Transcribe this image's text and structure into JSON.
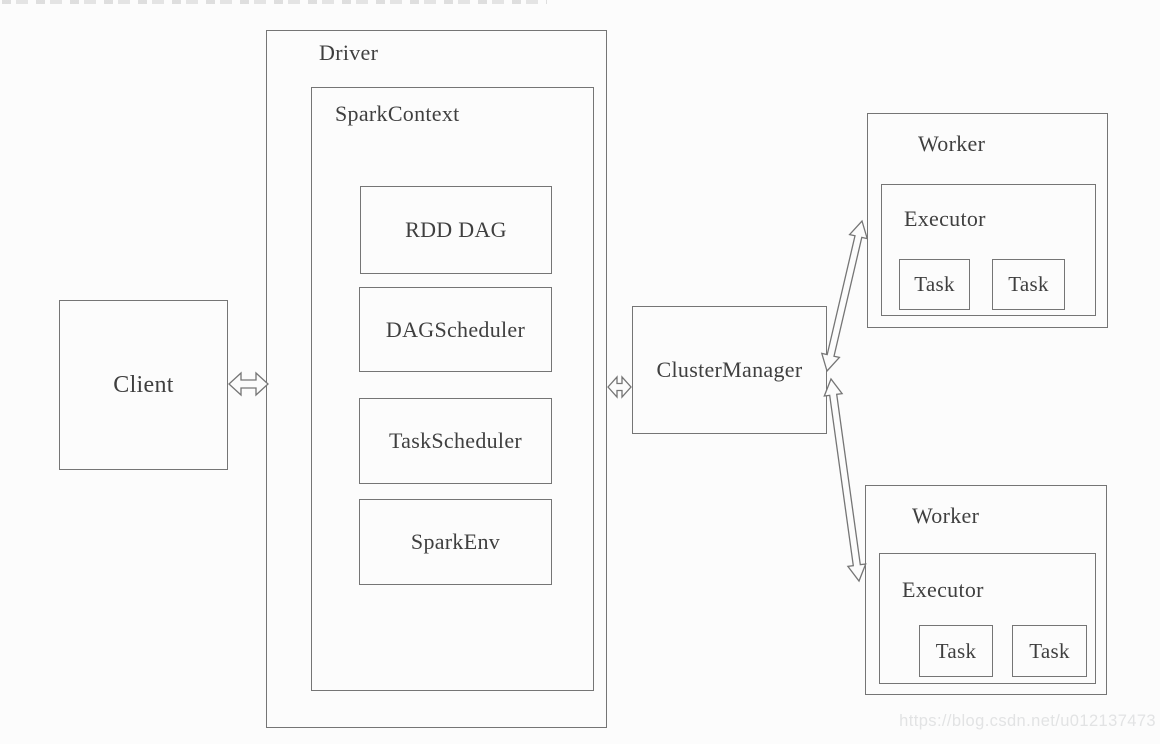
{
  "diagram": {
    "client": {
      "label": "Client"
    },
    "driver": {
      "label": "Driver",
      "spark_context": {
        "label": "SparkContext",
        "components": [
          "RDD DAG",
          "DAGScheduler",
          "TaskScheduler",
          "SparkEnv"
        ]
      }
    },
    "cluster_manager": {
      "label": "ClusterManager"
    },
    "workers": [
      {
        "label": "Worker",
        "executor": {
          "label": "Executor",
          "tasks": [
            "Task",
            "Task"
          ]
        }
      },
      {
        "label": "Worker",
        "executor": {
          "label": "Executor",
          "tasks": [
            "Task",
            "Task"
          ]
        }
      }
    ],
    "connections": [
      "client-driver-bidirectional",
      "driver-clustermanager-bidirectional",
      "clustermanager-worker1-bidirectional",
      "clustermanager-worker2-bidirectional"
    ],
    "watermark": "https://blog.csdn.net/u012137473",
    "colors": {
      "background": "#fcfcfc",
      "border": "#757575",
      "text": "#3f3f3f",
      "watermark": "#e2e3e4"
    }
  }
}
